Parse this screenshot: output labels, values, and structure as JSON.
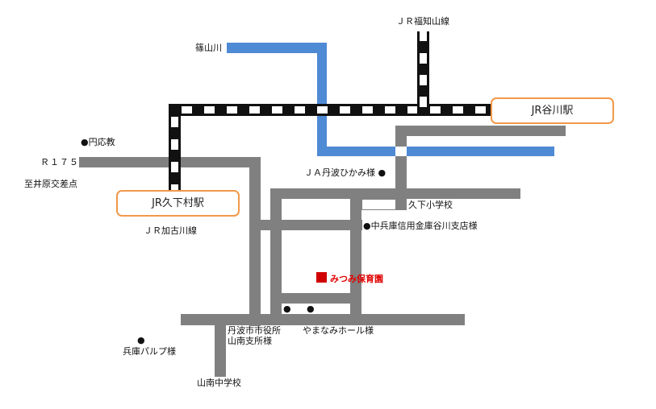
{
  "map": {
    "colors": {
      "road": "#808080",
      "river": "#4f8ad4",
      "rail": "#111111",
      "station_border": "#f0994a",
      "destination": "#e00000"
    },
    "destination": {
      "label": "みつみ保育園",
      "icon": "red-square-icon"
    },
    "stations": [
      {
        "label": "JR谷川駅"
      },
      {
        "label": "JR久下村駅"
      }
    ],
    "rail_lines": [
      {
        "label": "ＪＲ福知山線"
      },
      {
        "label": "ＪＲ加古川線"
      }
    ],
    "rivers": [
      {
        "label": "篠山川"
      }
    ],
    "roads": [
      {
        "label": "Ｒ１７５"
      },
      {
        "label": "至井原交差点"
      }
    ],
    "landmarks": [
      {
        "label": "円応教"
      },
      {
        "label": "ＪＡ丹波ひかみ様"
      },
      {
        "label": "久下小学校"
      },
      {
        "label": "中兵庫信用金庫谷川支店様"
      },
      {
        "label": "丹波市市役所"
      },
      {
        "label": "山南支所様"
      },
      {
        "label": "やまなみホール様"
      },
      {
        "label": "兵庫パルプ様"
      },
      {
        "label": "山南中学校"
      }
    ]
  }
}
